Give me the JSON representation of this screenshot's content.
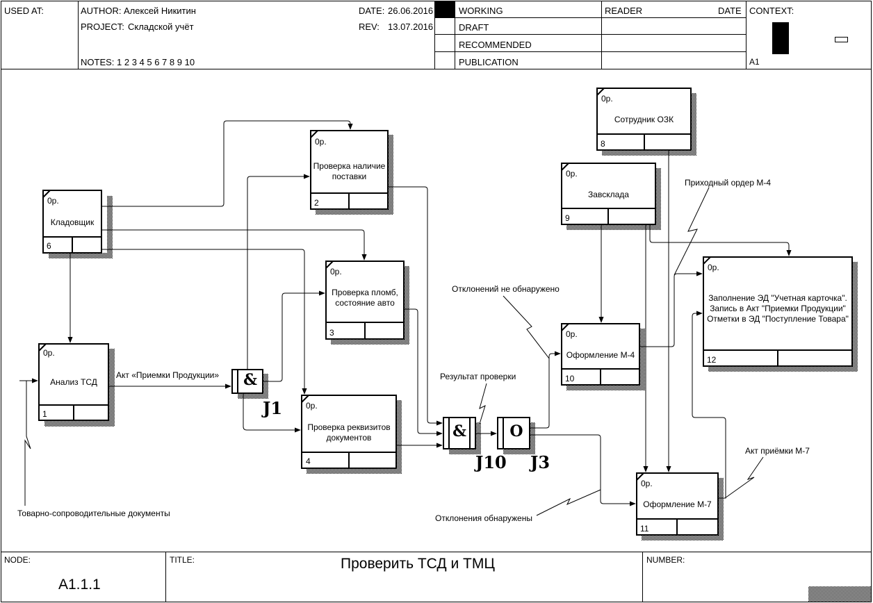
{
  "header": {
    "used_at_label": "USED AT:",
    "author_label": "AUTHOR:",
    "author": "Алексей Никитин",
    "project_label": "PROJECT:",
    "project": "Складской учёт",
    "date_label": "DATE:",
    "date": "26.06.2016",
    "rev_label": "REV:",
    "rev": "13.07.2016",
    "notes": "NOTES:  1  2  3  4  5  6  7  8  9  10",
    "status": [
      "WORKING",
      "DRAFT",
      "RECOMMENDED",
      "PUBLICATION"
    ],
    "reader_label": "READER",
    "reader_date_label": "DATE",
    "context_label": "CONTEXT:",
    "context_node": "A1"
  },
  "boxes": [
    {
      "id": "1",
      "cost": "0р.",
      "label": "Анализ ТСД"
    },
    {
      "id": "2",
      "cost": "0р.",
      "label": "Проверка наличие\nпоставки"
    },
    {
      "id": "3",
      "cost": "0р.",
      "label": "Проверка пломб,\nсостояние авто"
    },
    {
      "id": "4",
      "cost": "0р.",
      "label": "Проверка реквизитов\nдокументов"
    },
    {
      "id": "6",
      "cost": "0р.",
      "label": "Кладовщик"
    },
    {
      "id": "8",
      "cost": "0р.",
      "label": "Сотрудник ОЗК"
    },
    {
      "id": "9",
      "cost": "0р.",
      "label": "Завсклада"
    },
    {
      "id": "10",
      "cost": "0р.",
      "label": "Оформление М-4"
    },
    {
      "id": "11",
      "cost": "0р.",
      "label": "Оформление М-7"
    },
    {
      "id": "12",
      "cost": "0р.",
      "label": "Заполнение ЭД \"Учетная карточка\".\nЗапись в Акт \"Приемки Продукции\"\nОтметки в ЭД \"Поступление Товара\""
    }
  ],
  "junctions": [
    {
      "symbol": "&",
      "name": "J1"
    },
    {
      "symbol": "&",
      "name": "J10"
    },
    {
      "symbol": "O",
      "name": "J3"
    }
  ],
  "arrow_labels": {
    "tsd_docs": "Товарно-сопроводительные документы",
    "act_acceptance": "Акт «Приемки Продукции»",
    "no_deviations": "Отклонений не обнаружено",
    "check_result": "Результат проверки",
    "deviations_found": "Отклонения  обнаружены",
    "receipt_order": "Приходный ордер М-4",
    "act_m7": "Акт приёмки М-7"
  },
  "footer": {
    "node_label": "NODE:",
    "node": "A1.1.1",
    "title_label": "TITLE:",
    "title": "Проверить ТСД и ТМЦ",
    "number_label": "NUMBER:"
  }
}
